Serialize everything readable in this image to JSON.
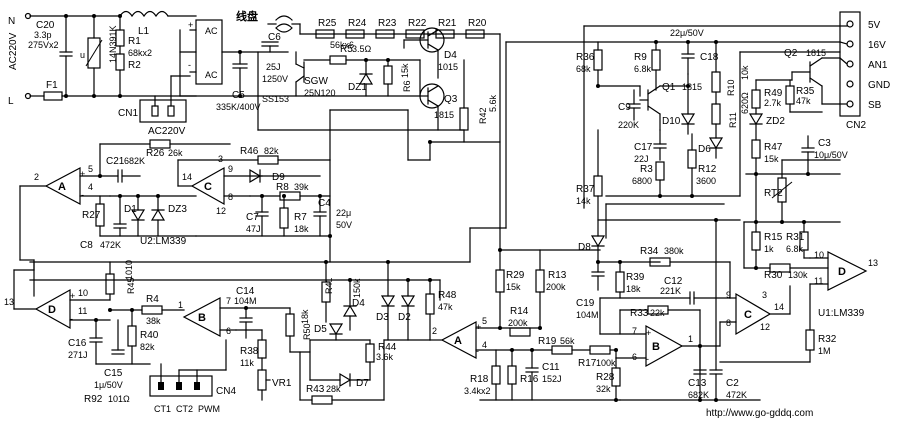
{
  "power_labels": {
    "n": "N",
    "l": "L",
    "ac": "AC220V"
  },
  "capacitors": {
    "c20": "C20",
    "c20_val": "3.3p",
    "c20_val2": "275Vx2",
    "c6": "C6",
    "c6_val": "25J",
    "c6_val2": "1250V",
    "c5": "C5",
    "c5_val": "335K/400V",
    "c21": "C21",
    "c21_val": "682K",
    "c8": "C8",
    "c8_val": "472K",
    "c7": "C7",
    "c7_val": "47J",
    "c4": "C4",
    "c4_val": "22μ",
    "c4_val2": "50V",
    "c16": "C16",
    "c16_val": "271J",
    "c15": "C15",
    "c15_val": "1μ/50V",
    "c14": "C14",
    "c14_val": "104M",
    "c11": "C11",
    "c11_val": "152J",
    "c18": "C18",
    "c18_top": "22μ/50V",
    "c9": "C9",
    "c9_val": "220K",
    "c17": "C17",
    "c17_val": "22J",
    "c19": "C19",
    "c19_val": "104M",
    "c12": "C12",
    "c12_val": "221K",
    "c13": "C13",
    "c13_val": "682K",
    "c2": "C2",
    "c2_val": "472K",
    "c3": "C3",
    "c3_val": "10μ/50V"
  },
  "resistors": {
    "r1": "R1",
    "r1_val": "68kx2",
    "r2": "R2",
    "nr": "14N391K",
    "r25": "R25",
    "r24": "R24",
    "r23": "R23",
    "r22": "R22",
    "r21": "R21",
    "r20": "R20",
    "r20_val": "56kx6",
    "r5": "R5",
    "r5_val": "3.5Ω",
    "r6": "R6",
    "r6_val": "15k",
    "r42": "R42",
    "r42_val": "5.6k",
    "r26": "R26",
    "r26_val": "26k",
    "r46": "R46",
    "r46_val": "82k",
    "r8": "R8",
    "r8_val": "39k",
    "r7": "R7",
    "r7_val": "18k",
    "r27": "R27",
    "r45": "R45",
    "r45_val": "1010",
    "r4": "R4",
    "r4_val": "38k",
    "r40": "R40",
    "r40_val": "82k",
    "r92": "R92",
    "r92_val": "101Ω",
    "r38": "R38",
    "r38_val": "11k",
    "r50": "R50",
    "r50_val": "18k",
    "r41": "R41",
    "r41_val": "150k",
    "r44": "R44",
    "r44_val": "3.6k",
    "r48": "R48",
    "r48_val": "47k",
    "r43": "R43",
    "r43_val": "28k",
    "r29": "R29",
    "r29_val": "15k",
    "r13": "R13",
    "r13_val": "200k",
    "r14": "R14",
    "r14_val": "200k",
    "r19": "R19",
    "r19_val": "56k",
    "r18": "R18",
    "r18_val": "3.4kx2",
    "r16": "R16",
    "r17": "R17",
    "r17_val": "100k",
    "r28": "R28",
    "r28_val": "32k",
    "r36": "R36",
    "r36_val": "68k",
    "r9": "R9",
    "r9_val": "6.8k",
    "r10": "R10",
    "r10_val": "10k",
    "r11": "R11",
    "r11_val": "620Ω",
    "r3": "R3",
    "r3_val": "6800",
    "r12": "R12",
    "r12_val": "3600",
    "r37": "R37",
    "r37_val": "14k",
    "r34": "R34",
    "r34_val": "380k",
    "r39": "R39",
    "r39_val": "18k",
    "r33": "R33",
    "r33_val": "22k",
    "r49": "R49",
    "r49_val": "2.7k",
    "r35": "R35",
    "r35_val": "47k",
    "r47": "R47",
    "r47_val": "15k",
    "r15": "R15",
    "r15_val": "1k",
    "r31": "R31",
    "r31_val": "6.8k",
    "r30": "R30",
    "r30_val": "130k",
    "r32": "R32",
    "r32_val": "1M",
    "rt2": "RT2",
    "vr1": "VR1"
  },
  "semis": {
    "d4": "D4",
    "d4_val": "1015",
    "q3": "Q3",
    "q3_val": "1815",
    "sgw": "SGW",
    "sgw_val": "25N120",
    "dz1": "DZ1",
    "d9": "D9",
    "d1": "D1",
    "dz3": "DZ3",
    "d5": "D5",
    "d4b": "D4",
    "d3": "D3",
    "d2": "D2",
    "d7": "D7",
    "d8": "D8",
    "d10": "D10",
    "d6": "D6",
    "zd2": "ZD2",
    "q1": "Q1",
    "q1_val": "1815",
    "q2": "Q2",
    "q2_val": "1815"
  },
  "misc": {
    "l1": "L1",
    "f1": "F1",
    "cn1": "CN1",
    "cn2": "CN2",
    "cn4": "CN4",
    "coil": "线盘",
    "ss": "SS153",
    "u2": "U2:LM339",
    "u1": "U1:LM339",
    "ct1": "CT1",
    "ct2": "CT2",
    "pwm": "PWM",
    "ac_plus": "AC",
    "ac_minus": "AC",
    "website": "http://www.go-gddq.com"
  },
  "connector": {
    "pins": [
      "5V",
      "16V",
      "AN1",
      "GND",
      "SB"
    ]
  },
  "opamps": {
    "a1": "A",
    "c1": "C",
    "d1": "D",
    "b1": "B",
    "a2": "A",
    "b2": "B",
    "c2": "C",
    "d2": "D"
  },
  "pins": {
    "p2": "2",
    "p5": "5",
    "p4": "4",
    "p14": "14",
    "p9": "9",
    "p8": "8",
    "p3": "3",
    "p12": "12",
    "p13": "13",
    "p10": "10",
    "p11": "11",
    "p1": "1",
    "p7": "7",
    "p6": "6",
    "q_p5": "5",
    "q_p4": "4",
    "q_p2": "2",
    "b_p7": "7",
    "b_p6": "6",
    "b_p1": "1",
    "c_p9": "9",
    "c_p8": "8",
    "c_p14": "14",
    "c_p3": "3",
    "c_p12": "12",
    "d_p10": "10",
    "d_p11": "11",
    "d_p13": "13"
  }
}
